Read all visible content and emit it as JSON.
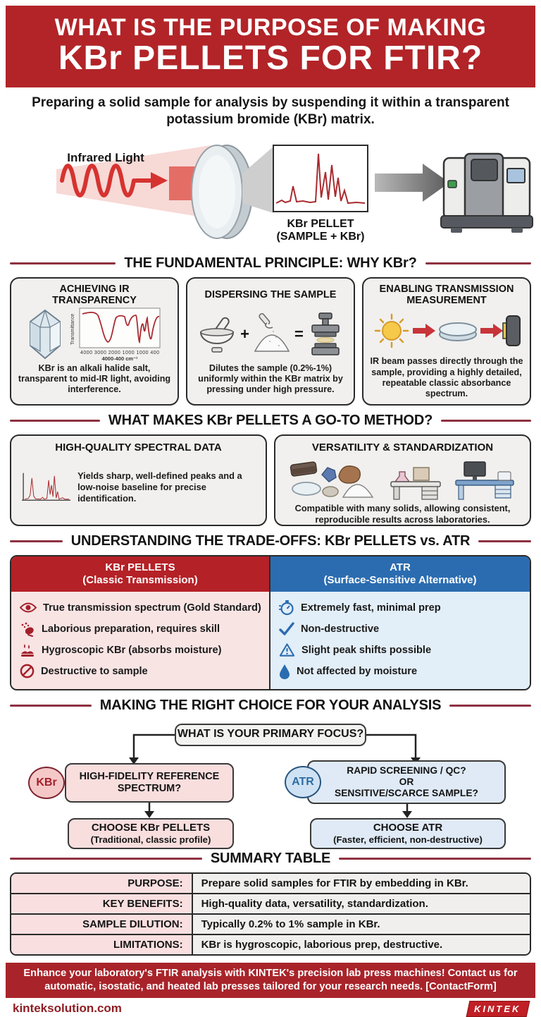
{
  "header": {
    "title_line1": "WHAT IS THE PURPOSE OF MAKING",
    "title_line2": "KBr PELLETS FOR FTIR?",
    "intro": "Preparing a solid sample for analysis by suspending it within a transparent potassium bromide (KBr) matrix."
  },
  "diagram": {
    "beam_label": "Infrared Light",
    "pellet_label_line1": "KBr PELLET",
    "pellet_label_line2": "(SAMPLE + KBr)"
  },
  "principle": {
    "title": "THE FUNDAMENTAL PRINCIPLE: WHY KBr?",
    "card1": {
      "title": "ACHIEVING IR TRANSPARENCY",
      "chart_ylabel": "Transmittance",
      "chart_xticks": "4000  3000  2000  1000  1000  400",
      "chart_xlabel": "4000-400 cm⁻¹",
      "body": "KBr is an alkali halide salt, transparent to mid-IR light, avoiding interference."
    },
    "card2": {
      "title": "DISPERSING THE SAMPLE",
      "plus_sign": "+",
      "equals_sign": "=",
      "body": "Dilutes the sample (0.2%-1%) uniformly within the KBr matrix by pressing under high pressure."
    },
    "card3": {
      "title": "ENABLING TRANSMISSION MEASUREMENT",
      "body": "IR beam passes directly through the sample, providing a highly detailed, repeatable classic absorbance spectrum."
    }
  },
  "goto_method": {
    "title": "WHAT MAKES KBr PELLETS A GO-TO METHOD?",
    "card1": {
      "title": "HIGH-QUALITY SPECTRAL DATA",
      "body": "Yields sharp, well-defined peaks and a low-noise baseline for precise identification."
    },
    "card2": {
      "title": "VERSATILITY & STANDARDIZATION",
      "body": "Compatible with many solids, allowing consistent, reproducible results across laboratories."
    }
  },
  "tradeoffs": {
    "title": "UNDERSTANDING THE TRADE-OFFS: KBr PELLETS vs. ATR",
    "kbr_header_line1": "KBr PELLETS",
    "kbr_header_line2": "(Classic Transmission)",
    "atr_header_line1": "ATR",
    "atr_header_line2": "(Surface-Sensitive Alternative)",
    "kbr_rows": [
      {
        "icon": "eye-icon",
        "text": "True transmission spectrum (Gold Standard)"
      },
      {
        "icon": "hand-prep-icon",
        "text": "Laborious preparation, requires skill"
      },
      {
        "icon": "moisture-icon",
        "text": "Hygroscopic KBr (absorbs moisture)"
      },
      {
        "icon": "no-symbol-icon",
        "text": "Destructive to sample"
      }
    ],
    "atr_rows": [
      {
        "icon": "stopwatch-icon",
        "text": "Extremely fast, minimal prep"
      },
      {
        "icon": "check-icon",
        "text": "Non-destructive"
      },
      {
        "icon": "warning-icon",
        "text": "Slight peak shifts possible"
      },
      {
        "icon": "droplet-icon",
        "text": "Not affected by moisture"
      }
    ]
  },
  "choice": {
    "title": "MAKING THE RIGHT CHOICE FOR YOUR ANALYSIS",
    "root_question": "WHAT IS YOUR PRIMARY FOCUS?",
    "kbr_badge": "KBr",
    "atr_badge": "ATR",
    "kbr_question_line1": "HIGH-FIDELITY REFERENCE",
    "kbr_question_line2": "SPECTRUM?",
    "atr_question_line1": "RAPID SCREENING / QC?",
    "atr_question_line2": "OR",
    "atr_question_line3": "SENSITIVE/SCARCE SAMPLE?",
    "kbr_answer_line1": "CHOOSE KBr PELLETS",
    "kbr_answer_line2": "(Traditional, classic profile)",
    "atr_answer_line1": "CHOOSE ATR",
    "atr_answer_line2": "(Faster, efficient, non-destructive)"
  },
  "summary": {
    "title": "SUMMARY TABLE",
    "rows": [
      {
        "label": "PURPOSE:",
        "value": "Prepare solid samples for FTIR by embedding in KBr."
      },
      {
        "label": "KEY BENEFITS:",
        "value": "High-quality data, versatility, standardization."
      },
      {
        "label": "SAMPLE DILUTION:",
        "value": "Typically 0.2% to 1% sample in KBr."
      },
      {
        "label": "LIMITATIONS:",
        "value": "KBr is hygroscopic, laborious prep, destructive."
      }
    ]
  },
  "footer": {
    "banner": "Enhance your laboratory's FTIR analysis with KINTEK's precision lab press machines! Contact us for automatic, isostatic, and heated lab presses tailored for your research needs. [ContactForm]",
    "website": "kinteksolution.com",
    "logo_text": "KINTEK"
  },
  "colors": {
    "header_red": "#b22428",
    "divider_maroon": "#8e3140",
    "kbr_red": "#b42127",
    "atr_blue": "#2b6cb0",
    "kbr_pink": "#f9e4e4",
    "atr_light_blue": "#e2eef8",
    "footer_red": "#a8242a"
  }
}
